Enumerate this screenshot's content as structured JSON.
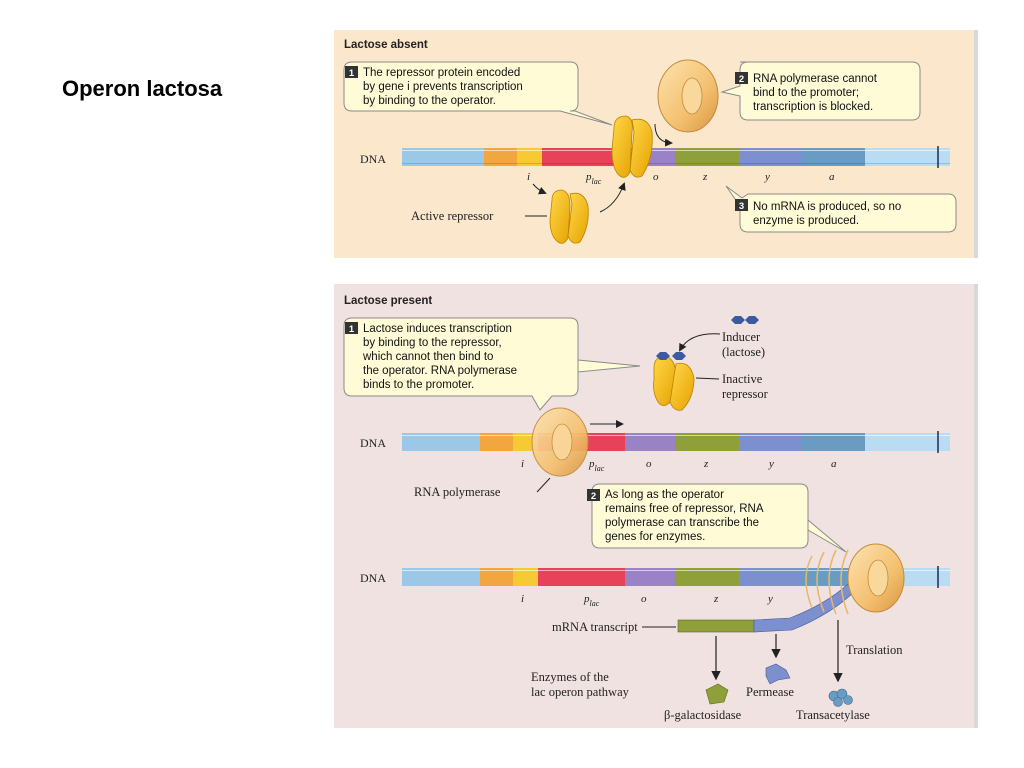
{
  "slide": {
    "title": "Operon lactosa"
  },
  "panel_absent": {
    "heading": "Lactose absent",
    "callout1": {
      "num": "1",
      "lines": [
        "The repressor protein encoded",
        "by gene i prevents transcription",
        "by binding to the operator."
      ]
    },
    "callout2": {
      "num": "2",
      "lines": [
        "RNA polymerase cannot",
        "bind to the promoter;",
        "transcription is blocked."
      ]
    },
    "callout3": {
      "num": "3",
      "lines": [
        "No mRNA is produced, so no",
        "enzyme is produced."
      ]
    },
    "dna_label": "DNA",
    "active_repressor_label": "Active repressor",
    "genes": {
      "i": "i",
      "p": "p",
      "p_sub": "lac",
      "o": "o",
      "z": "z",
      "y": "y",
      "a": "a"
    }
  },
  "panel_present": {
    "heading": "Lactose present",
    "callout1": {
      "num": "1",
      "lines": [
        "Lactose induces transcription",
        "by binding to the repressor,",
        "which cannot then bind to",
        "the operator. RNA polymerase",
        "binds to the promoter."
      ]
    },
    "callout2": {
      "num": "2",
      "lines": [
        "As long as the operator",
        "remains free of repressor, RNA",
        "polymerase can transcribe the",
        "genes for enzymes."
      ]
    },
    "inducer_label": [
      "Inducer",
      "(lactose)"
    ],
    "inactive_repressor_label": [
      "Inactive",
      "repressor"
    ],
    "dna_label": "DNA",
    "rna_polymerase_label": "RNA polymerase",
    "mrna_label": "mRNA transcript",
    "translation_label": "Translation",
    "enzymes_label": [
      "Enzymes of the",
      "lac operon pathway"
    ],
    "products": {
      "galactosidase": "β-galactosidase",
      "permease": "Permease",
      "transacetylase": "Transacetylase"
    },
    "genes": {
      "i": "i",
      "p": "p",
      "p_sub": "lac",
      "o": "o",
      "z": "z",
      "y": "y",
      "a": "a"
    }
  },
  "colors": {
    "panel_absent_bg": "#fbe8cc",
    "panel_present_bg": "#f0e2e1",
    "callout_bg": "#fffbd6",
    "gene_light_blue": "#9cc8e8",
    "gene_orange": "#f2a640",
    "gene_yellow": "#f7c933",
    "gene_red": "#e8425a",
    "gene_purple": "#9a82c6",
    "gene_olive": "#8fa03a",
    "gene_slate": "#7c8fcf",
    "gene_steel": "#6a9cc3",
    "repressor": "#f4b400",
    "polymerase": "#f6c873",
    "inducer": "#3c5aa0"
  }
}
